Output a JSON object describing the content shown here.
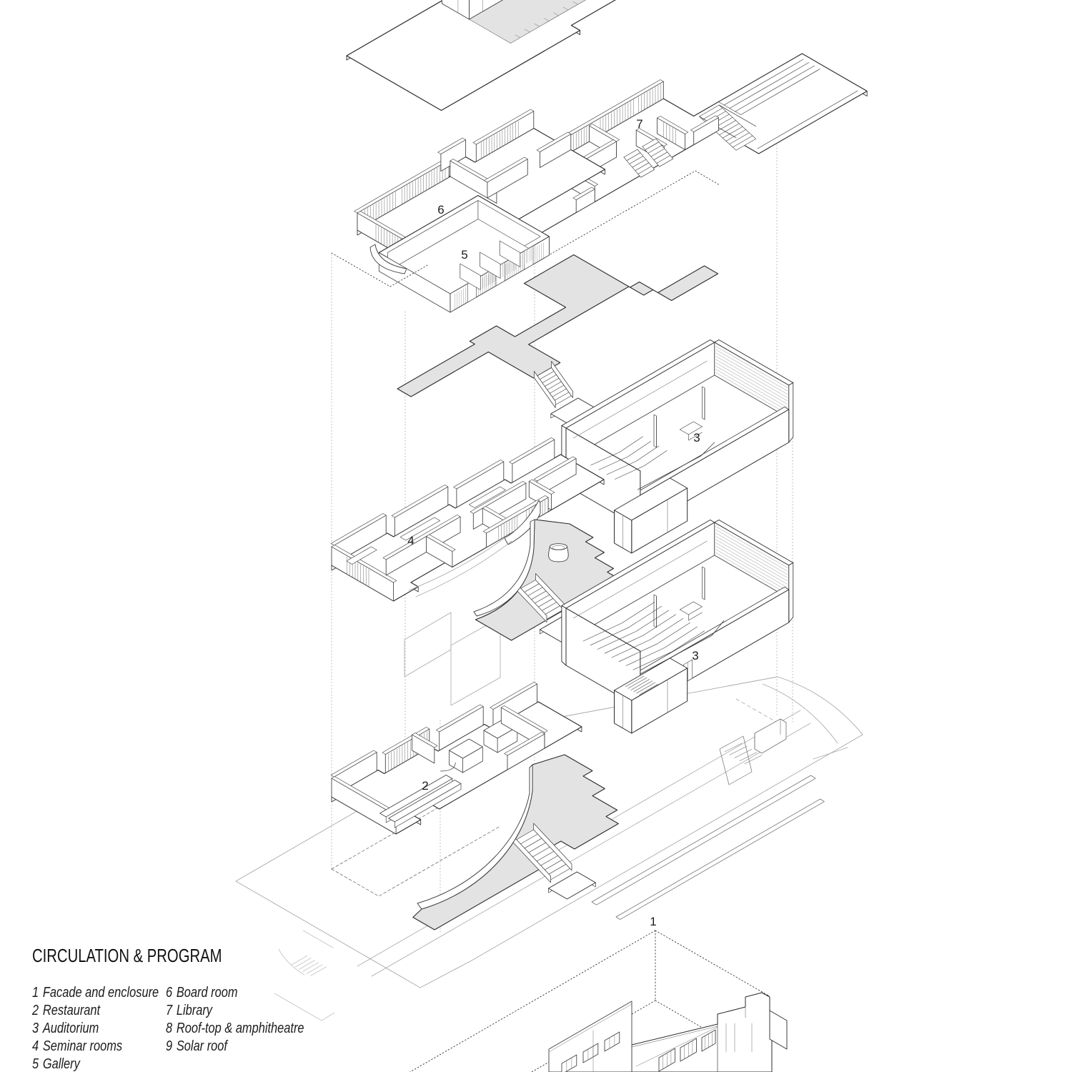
{
  "title": "CIRCULATION & PROGRAM",
  "legend": {
    "col1": [
      {
        "num": "1",
        "label": "Facade and enclosure"
      },
      {
        "num": "2",
        "label": "Restaurant"
      },
      {
        "num": "3",
        "label": "Auditorium"
      },
      {
        "num": "4",
        "label": "Seminar rooms"
      },
      {
        "num": "5",
        "label": "Gallery"
      }
    ],
    "col2": [
      {
        "num": "6",
        "label": "Board room"
      },
      {
        "num": "7",
        "label": "Library"
      },
      {
        "num": "8",
        "label": "Roof-top & amphitheatre"
      },
      {
        "num": "9",
        "label": "Solar roof"
      }
    ]
  },
  "markers": {
    "library": "7",
    "board_room": "6",
    "gallery": "5",
    "auditorium_upper": "3",
    "seminar_rooms": "4",
    "auditorium_lower": "3",
    "restaurant": "2",
    "facade": "1"
  },
  "colors": {
    "background": "#ffffff",
    "line_dark": "#2b2b2b",
    "line_light": "#a8a8a8",
    "fill_gray": "#e3e3e3",
    "text": "#1c1c1c"
  }
}
